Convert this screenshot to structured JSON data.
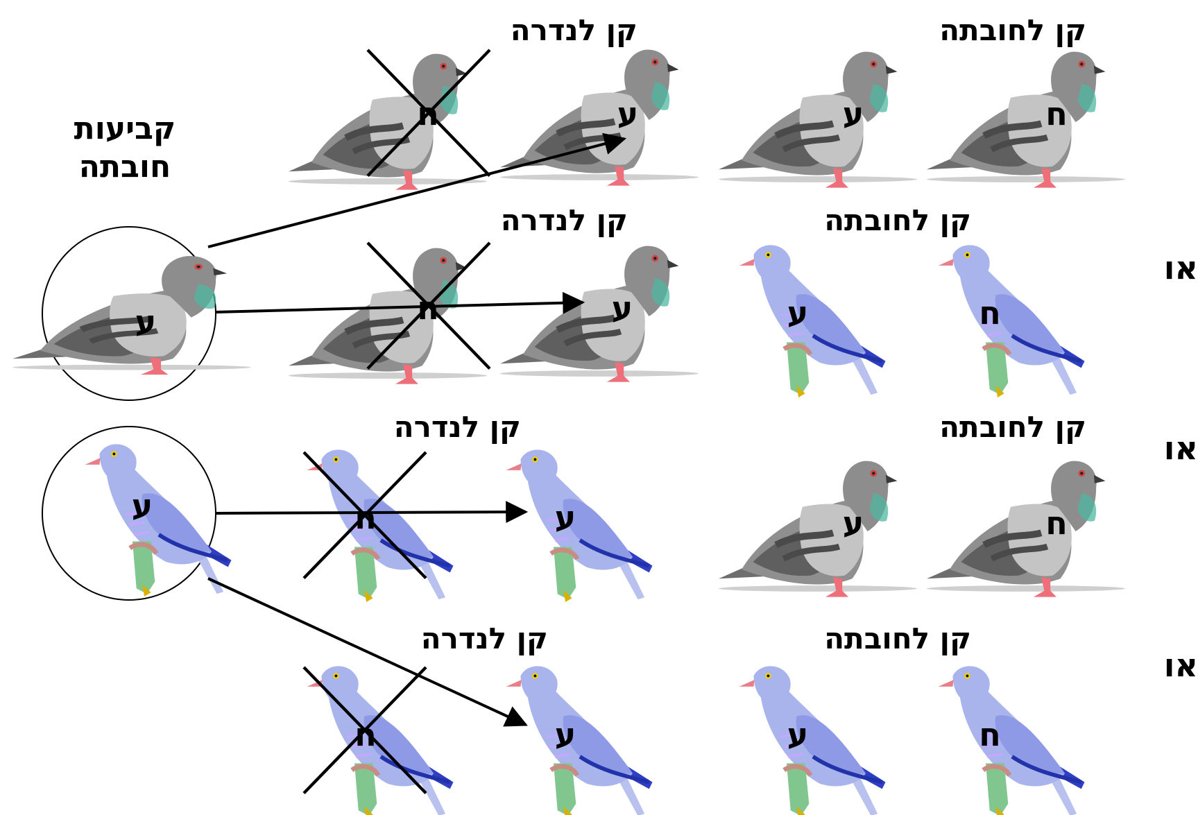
{
  "left_label": {
    "line1": "קביעות",
    "line2": "חובתה"
  },
  "or_word": "או",
  "nest_rare": "קן לנדרה",
  "nest_mandatory": "קן לחובתה",
  "letter_hov": "ח",
  "letter_ay": "ע",
  "colors": {
    "gray_pigeon": "#8f8f8f",
    "blue_pigeon": "#a9b4ec",
    "ink": "#000000"
  },
  "icons": [
    "gray-pigeon-icon",
    "blue-pigeon-icon",
    "cross-out-icon",
    "arrow-icon"
  ]
}
